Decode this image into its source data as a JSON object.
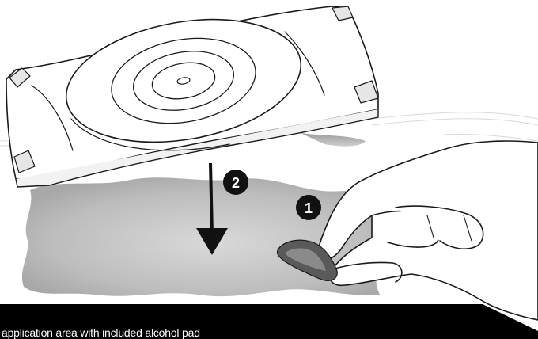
{
  "steps": [
    {
      "number": "1"
    },
    {
      "number": "2"
    }
  ],
  "caption": "application area with included alcohol pad",
  "icons": [
    "mount-plate-icon",
    "down-arrow-icon",
    "hand-icon",
    "alcohol-pad-icon"
  ],
  "colors": {
    "caption_background": "#000000",
    "caption_text": "#ffffff",
    "badge_fill": "#111111",
    "surface_gray": "#c9c9c9",
    "line_art": "#1a1a1a"
  }
}
